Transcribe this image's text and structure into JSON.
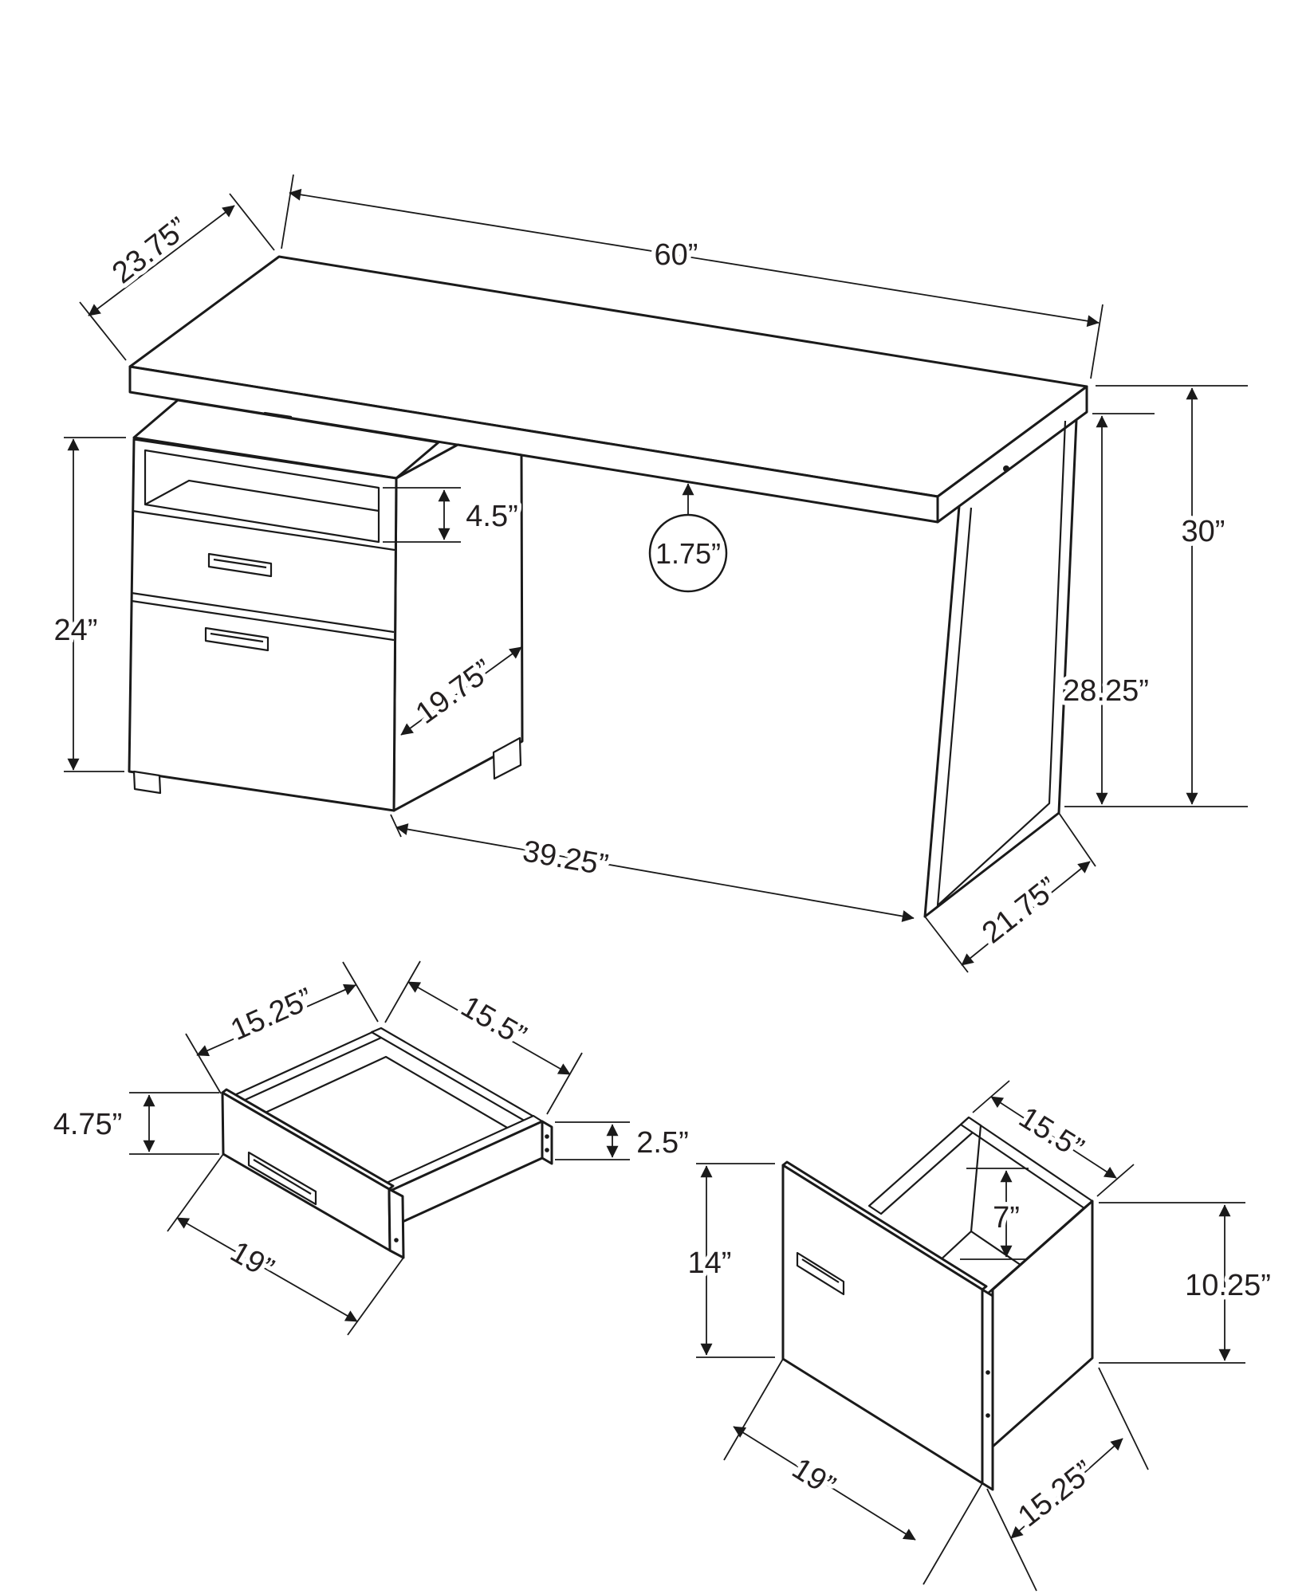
{
  "diagram": {
    "type": "furniture-dimension-line-drawing",
    "views": [
      {
        "name": "desk-isometric",
        "description": "computer desk with left drawer cabinet and right sled metal leg"
      },
      {
        "name": "small-drawer-isometric",
        "description": "upper small storage drawer shown open-top"
      },
      {
        "name": "file-drawer-isometric",
        "description": "lower file drawer with tall front panel shown open-top"
      }
    ]
  },
  "labels": {
    "desk": {
      "depth": "23.75”",
      "width": "60”",
      "shelf_opening_height": "4.5”",
      "top_thickness": "1.75”",
      "cabinet_height": "24”",
      "overall_height": "30”",
      "clearance_height": "28.25”",
      "cabinet_depth": "19.75”",
      "knee_space_width": "39.25”",
      "leg_depth": "21.75”"
    },
    "small_drawer": {
      "inner_width": "15.25”",
      "inner_depth": "15.5”",
      "front_height": "4.75”",
      "side_height": "2.5”",
      "front_width": "19”"
    },
    "file_drawer": {
      "inner_depth": "15.5”",
      "hanging_depth": "7”",
      "front_height": "14”",
      "side_height": "10.25”",
      "front_width": "19”",
      "bottom_depth": "15.25”"
    }
  },
  "colors": {
    "line": "#1a1a1a",
    "text": "#231f20",
    "background": "#ffffff"
  }
}
